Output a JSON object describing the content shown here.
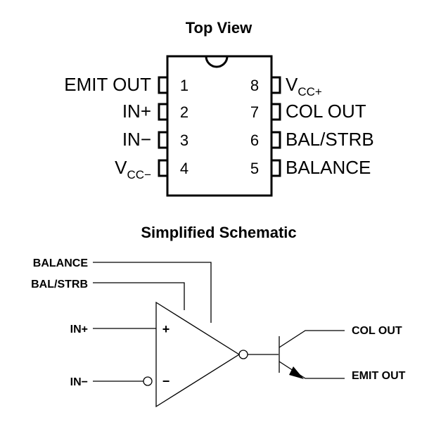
{
  "top_view": {
    "title": "Top View",
    "pins": [
      {
        "number": "1",
        "name": "EMIT OUT"
      },
      {
        "number": "2",
        "name": "IN+"
      },
      {
        "number": "3",
        "name": "IN−"
      },
      {
        "number": "4",
        "name_main": "V",
        "name_sub": "CC−"
      },
      {
        "number": "5",
        "name": "BALANCE"
      },
      {
        "number": "6",
        "name": "BAL/STRB"
      },
      {
        "number": "7",
        "name": "COL OUT"
      },
      {
        "number": "8",
        "name_main": "V",
        "name_sub": "CC+"
      }
    ]
  },
  "schematic": {
    "title": "Simplified Schematic",
    "labels": {
      "balance": "BALANCE",
      "bal_strb": "BAL/STRB",
      "in_plus": "IN+",
      "in_minus": "IN−",
      "col_out": "COL OUT",
      "emit_out": "EMIT OUT"
    },
    "plus_sign": "+",
    "minus_sign": "−"
  }
}
